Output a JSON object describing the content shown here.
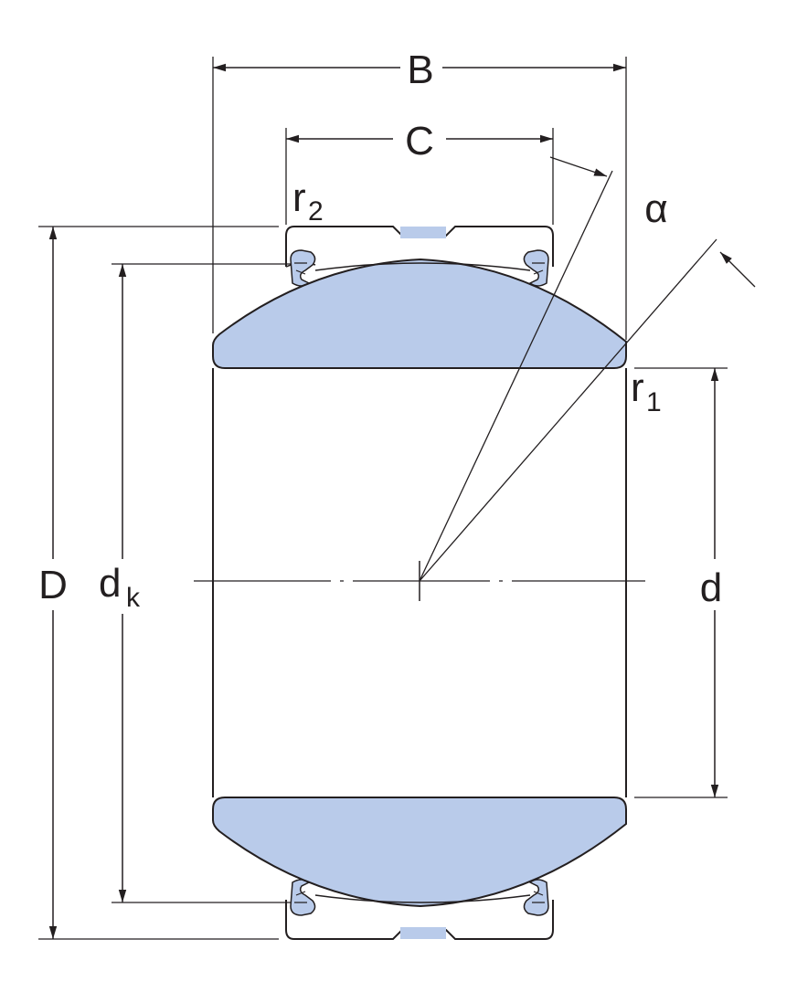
{
  "colors": {
    "fill": "#b9cbea",
    "stroke": "#231f20",
    "background": "#ffffff"
  },
  "labels": {
    "B": "B",
    "C": "C",
    "alpha": "α",
    "D": "D",
    "d": "d",
    "dk_main": "d",
    "dk_sub": "k",
    "r1_main": "r",
    "r1_sub": "1",
    "r2_main": "r",
    "r2_sub": "2"
  }
}
